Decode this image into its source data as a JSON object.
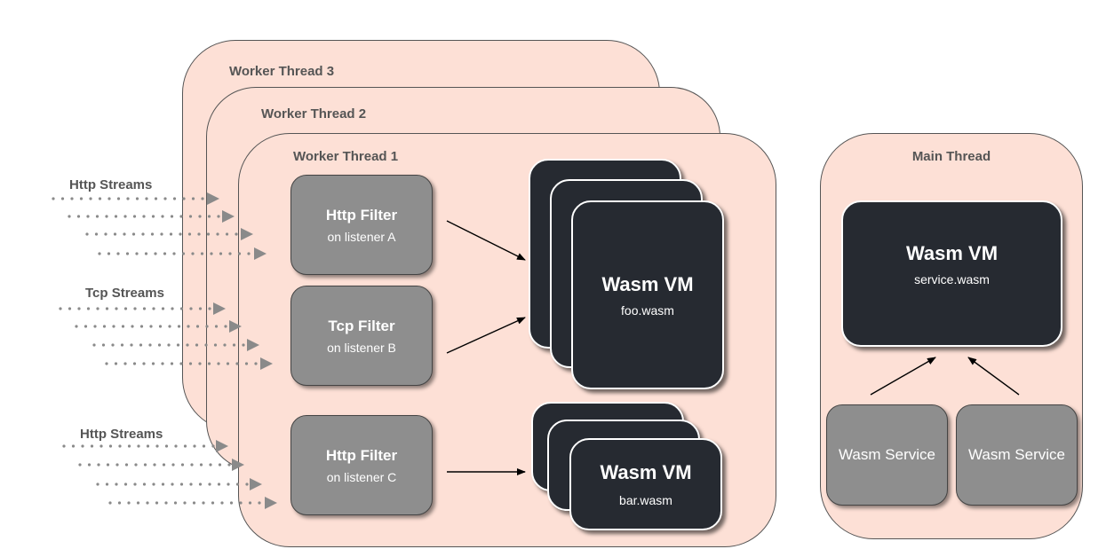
{
  "colors": {
    "thread_bg": "#fde0d6",
    "filter_bg": "#8e8e8e",
    "vm_bg": "#262a31",
    "stream_dots": "#8a8a8a"
  },
  "worker_threads": [
    {
      "title": "Worker Thread 3"
    },
    {
      "title": "Worker Thread 2"
    },
    {
      "title": "Worker Thread 1"
    }
  ],
  "streams": [
    {
      "label": "Http Streams",
      "count": 4,
      "target": "Http Filter on listener A"
    },
    {
      "label": "Tcp Streams",
      "count": 4,
      "target": "Tcp Filter on listener B"
    },
    {
      "label": "Http Streams",
      "count": 4,
      "target": "Http Filter on listener C"
    }
  ],
  "filters": [
    {
      "title": "Http Filter",
      "subtitle": "on listener A"
    },
    {
      "title": "Tcp Filter",
      "subtitle": "on listener B"
    },
    {
      "title": "Http Filter",
      "subtitle": "on listener C"
    }
  ],
  "vm_stacks": [
    {
      "title": "Wasm VM",
      "module": "foo.wasm",
      "copies": 3
    },
    {
      "title": "Wasm VM",
      "module": "bar.wasm",
      "copies": 3
    }
  ],
  "main_thread": {
    "title": "Main Thread",
    "vm": {
      "title": "Wasm VM",
      "module": "service.wasm"
    },
    "services": [
      {
        "label": "Wasm Service"
      },
      {
        "label": "Wasm Service"
      }
    ]
  },
  "edges": [
    {
      "from": "Http Filter on listener A",
      "to": "foo.wasm"
    },
    {
      "from": "Tcp Filter on listener B",
      "to": "foo.wasm"
    },
    {
      "from": "Http Filter on listener C",
      "to": "bar.wasm"
    },
    {
      "from": "Wasm Service 1",
      "to": "service.wasm"
    },
    {
      "from": "Wasm Service 2",
      "to": "service.wasm"
    }
  ]
}
